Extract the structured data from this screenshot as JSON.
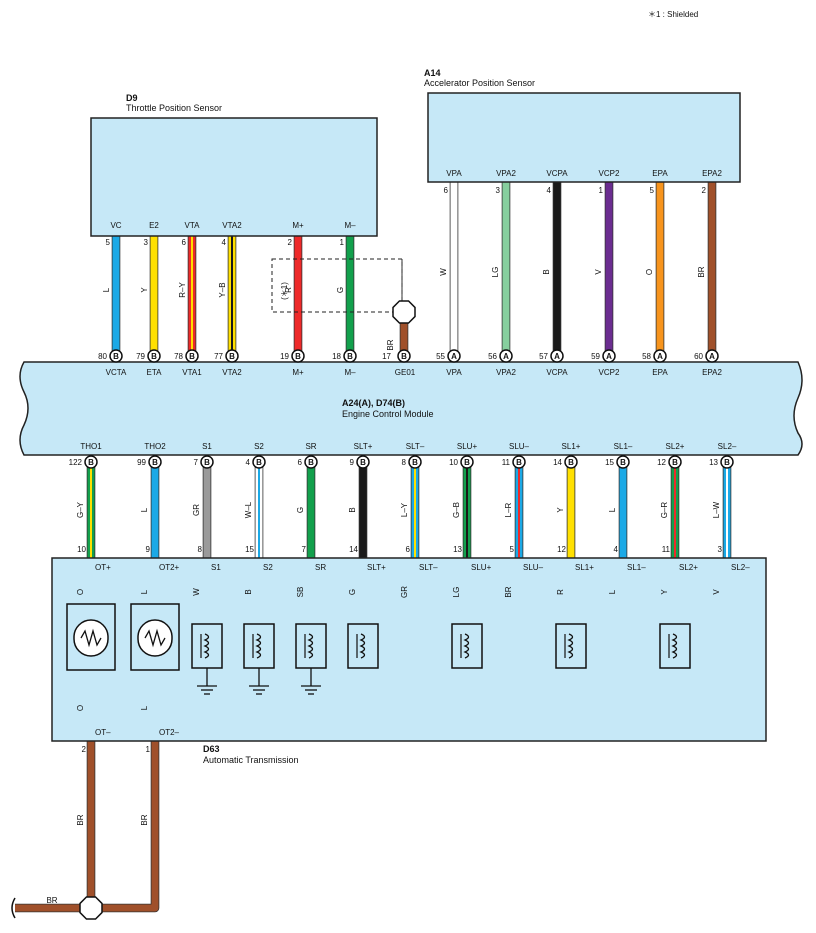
{
  "note": "＊1 : Shielded",
  "components": {
    "d9": {
      "id": "D9",
      "name": "Throttle Position Sensor"
    },
    "a14": {
      "id": "A14",
      "name": "Accelerator Position Sensor"
    },
    "ecm": {
      "id": "A24(A), D74(B)",
      "name": "Engine Control Module"
    },
    "d63": {
      "id": "D63",
      "name": "Automatic Transmission"
    }
  },
  "shield_label": "(＊1)",
  "d9_pins": [
    {
      "name": "VC",
      "pin": "5",
      "wire": "L",
      "ecm_pin": "80",
      "conn": "B",
      "ecm_name": "VCTA"
    },
    {
      "name": "E2",
      "pin": "3",
      "wire": "Y",
      "ecm_pin": "79",
      "conn": "B",
      "ecm_name": "ETA"
    },
    {
      "name": "VTA",
      "pin": "6",
      "wire": "R–Y",
      "ecm_pin": "78",
      "conn": "B",
      "ecm_name": "VTA1"
    },
    {
      "name": "VTA2",
      "pin": "4",
      "wire": "Y–B",
      "ecm_pin": "77",
      "conn": "B",
      "ecm_name": "VTA2"
    },
    {
      "name": "M+",
      "pin": "2",
      "wire": "R",
      "ecm_pin": "19",
      "conn": "B",
      "ecm_name": "M+"
    },
    {
      "name": "M–",
      "pin": "1",
      "wire": "G",
      "ecm_pin": "18",
      "conn": "B",
      "ecm_name": "M–"
    }
  ],
  "ge01": {
    "wire": "BR",
    "ecm_pin": "17",
    "conn": "B",
    "ecm_name": "GE01"
  },
  "a14_pins": [
    {
      "name": "VPA",
      "pin": "6",
      "wire": "W",
      "ecm_pin": "55",
      "conn": "A",
      "ecm_name": "VPA"
    },
    {
      "name": "VPA2",
      "pin": "3",
      "wire": "LG",
      "ecm_pin": "56",
      "conn": "A",
      "ecm_name": "VPA2"
    },
    {
      "name": "VCPA",
      "pin": "4",
      "wire": "B",
      "ecm_pin": "57",
      "conn": "A",
      "ecm_name": "VCPA"
    },
    {
      "name": "VCP2",
      "pin": "1",
      "wire": "V",
      "ecm_pin": "59",
      "conn": "A",
      "ecm_name": "VCP2"
    },
    {
      "name": "EPA",
      "pin": "5",
      "wire": "O",
      "ecm_pin": "58",
      "conn": "A",
      "ecm_name": "EPA"
    },
    {
      "name": "EPA2",
      "pin": "2",
      "wire": "BR",
      "ecm_pin": "60",
      "conn": "A",
      "ecm_name": "EPA2"
    }
  ],
  "ecm_bottom": [
    {
      "name": "THO1",
      "ecm_pin": "122",
      "conn": "B",
      "wire_upper": "G–Y",
      "tr_pin": "10",
      "tr_name": "OT+",
      "wire_lower": "O"
    },
    {
      "name": "THO2",
      "ecm_pin": "99",
      "conn": "B",
      "wire_upper": "L",
      "tr_pin": "9",
      "tr_name": "OT2+",
      "wire_lower": "L"
    },
    {
      "name": "S1",
      "ecm_pin": "7",
      "conn": "B",
      "wire_upper": "GR",
      "tr_pin": "8",
      "tr_name": "S1",
      "wire_lower": "W"
    },
    {
      "name": "S2",
      "ecm_pin": "4",
      "conn": "B",
      "wire_upper": "W–L",
      "tr_pin": "15",
      "tr_name": "S2",
      "wire_lower": "B"
    },
    {
      "name": "SR",
      "ecm_pin": "6",
      "conn": "B",
      "wire_upper": "G",
      "tr_pin": "7",
      "tr_name": "SR",
      "wire_lower": "SB"
    },
    {
      "name": "SLT+",
      "ecm_pin": "9",
      "conn": "B",
      "wire_upper": "B",
      "tr_pin": "14",
      "tr_name": "SLT+",
      "wire_lower": "G"
    },
    {
      "name": "SLT–",
      "ecm_pin": "8",
      "conn": "B",
      "wire_upper": "L–Y",
      "tr_pin": "6",
      "tr_name": "SLT–",
      "wire_lower": "GR"
    },
    {
      "name": "SLU+",
      "ecm_pin": "10",
      "conn": "B",
      "wire_upper": "G–B",
      "tr_pin": "13",
      "tr_name": "SLU+",
      "wire_lower": "LG"
    },
    {
      "name": "SLU–",
      "ecm_pin": "11",
      "conn": "B",
      "wire_upper": "L–R",
      "tr_pin": "5",
      "tr_name": "SLU–",
      "wire_lower": "BR"
    },
    {
      "name": "SL1+",
      "ecm_pin": "14",
      "conn": "B",
      "wire_upper": "Y",
      "tr_pin": "12",
      "tr_name": "SL1+",
      "wire_lower": "R"
    },
    {
      "name": "SL1–",
      "ecm_pin": "15",
      "conn": "B",
      "wire_upper": "L",
      "tr_pin": "4",
      "tr_name": "SL1–",
      "wire_lower": "L"
    },
    {
      "name": "SL2+",
      "ecm_pin": "12",
      "conn": "B",
      "wire_upper": "G–R",
      "tr_pin": "11",
      "tr_name": "SL2+",
      "wire_lower": "Y"
    },
    {
      "name": "SL2–",
      "ecm_pin": "13",
      "conn": "B",
      "wire_upper": "L–W",
      "tr_pin": "3",
      "tr_name": "SL2–",
      "wire_lower": "V"
    }
  ],
  "ot_minus": [
    {
      "name": "OT–",
      "pin": "2",
      "wire_inside": "O",
      "wire_out": "BR"
    },
    {
      "name": "OT2–",
      "pin": "1",
      "wire_inside": "L",
      "wire_out": "BR"
    }
  ],
  "ground_wire": "BR",
  "colors": {
    "L": "#1ba9e6",
    "Y": "#ffe000",
    "R": "#ee2a2a",
    "G": "#12a04c",
    "BR": "#a0502a",
    "W": "#ffffff",
    "LG": "#86cf9e",
    "B": "#1a1a1a",
    "V": "#6b2d90",
    "O": "#f7941d",
    "GR": "#9a9a9a",
    "SB": "#8fd3f4",
    "panel": "#c6e8f7"
  }
}
